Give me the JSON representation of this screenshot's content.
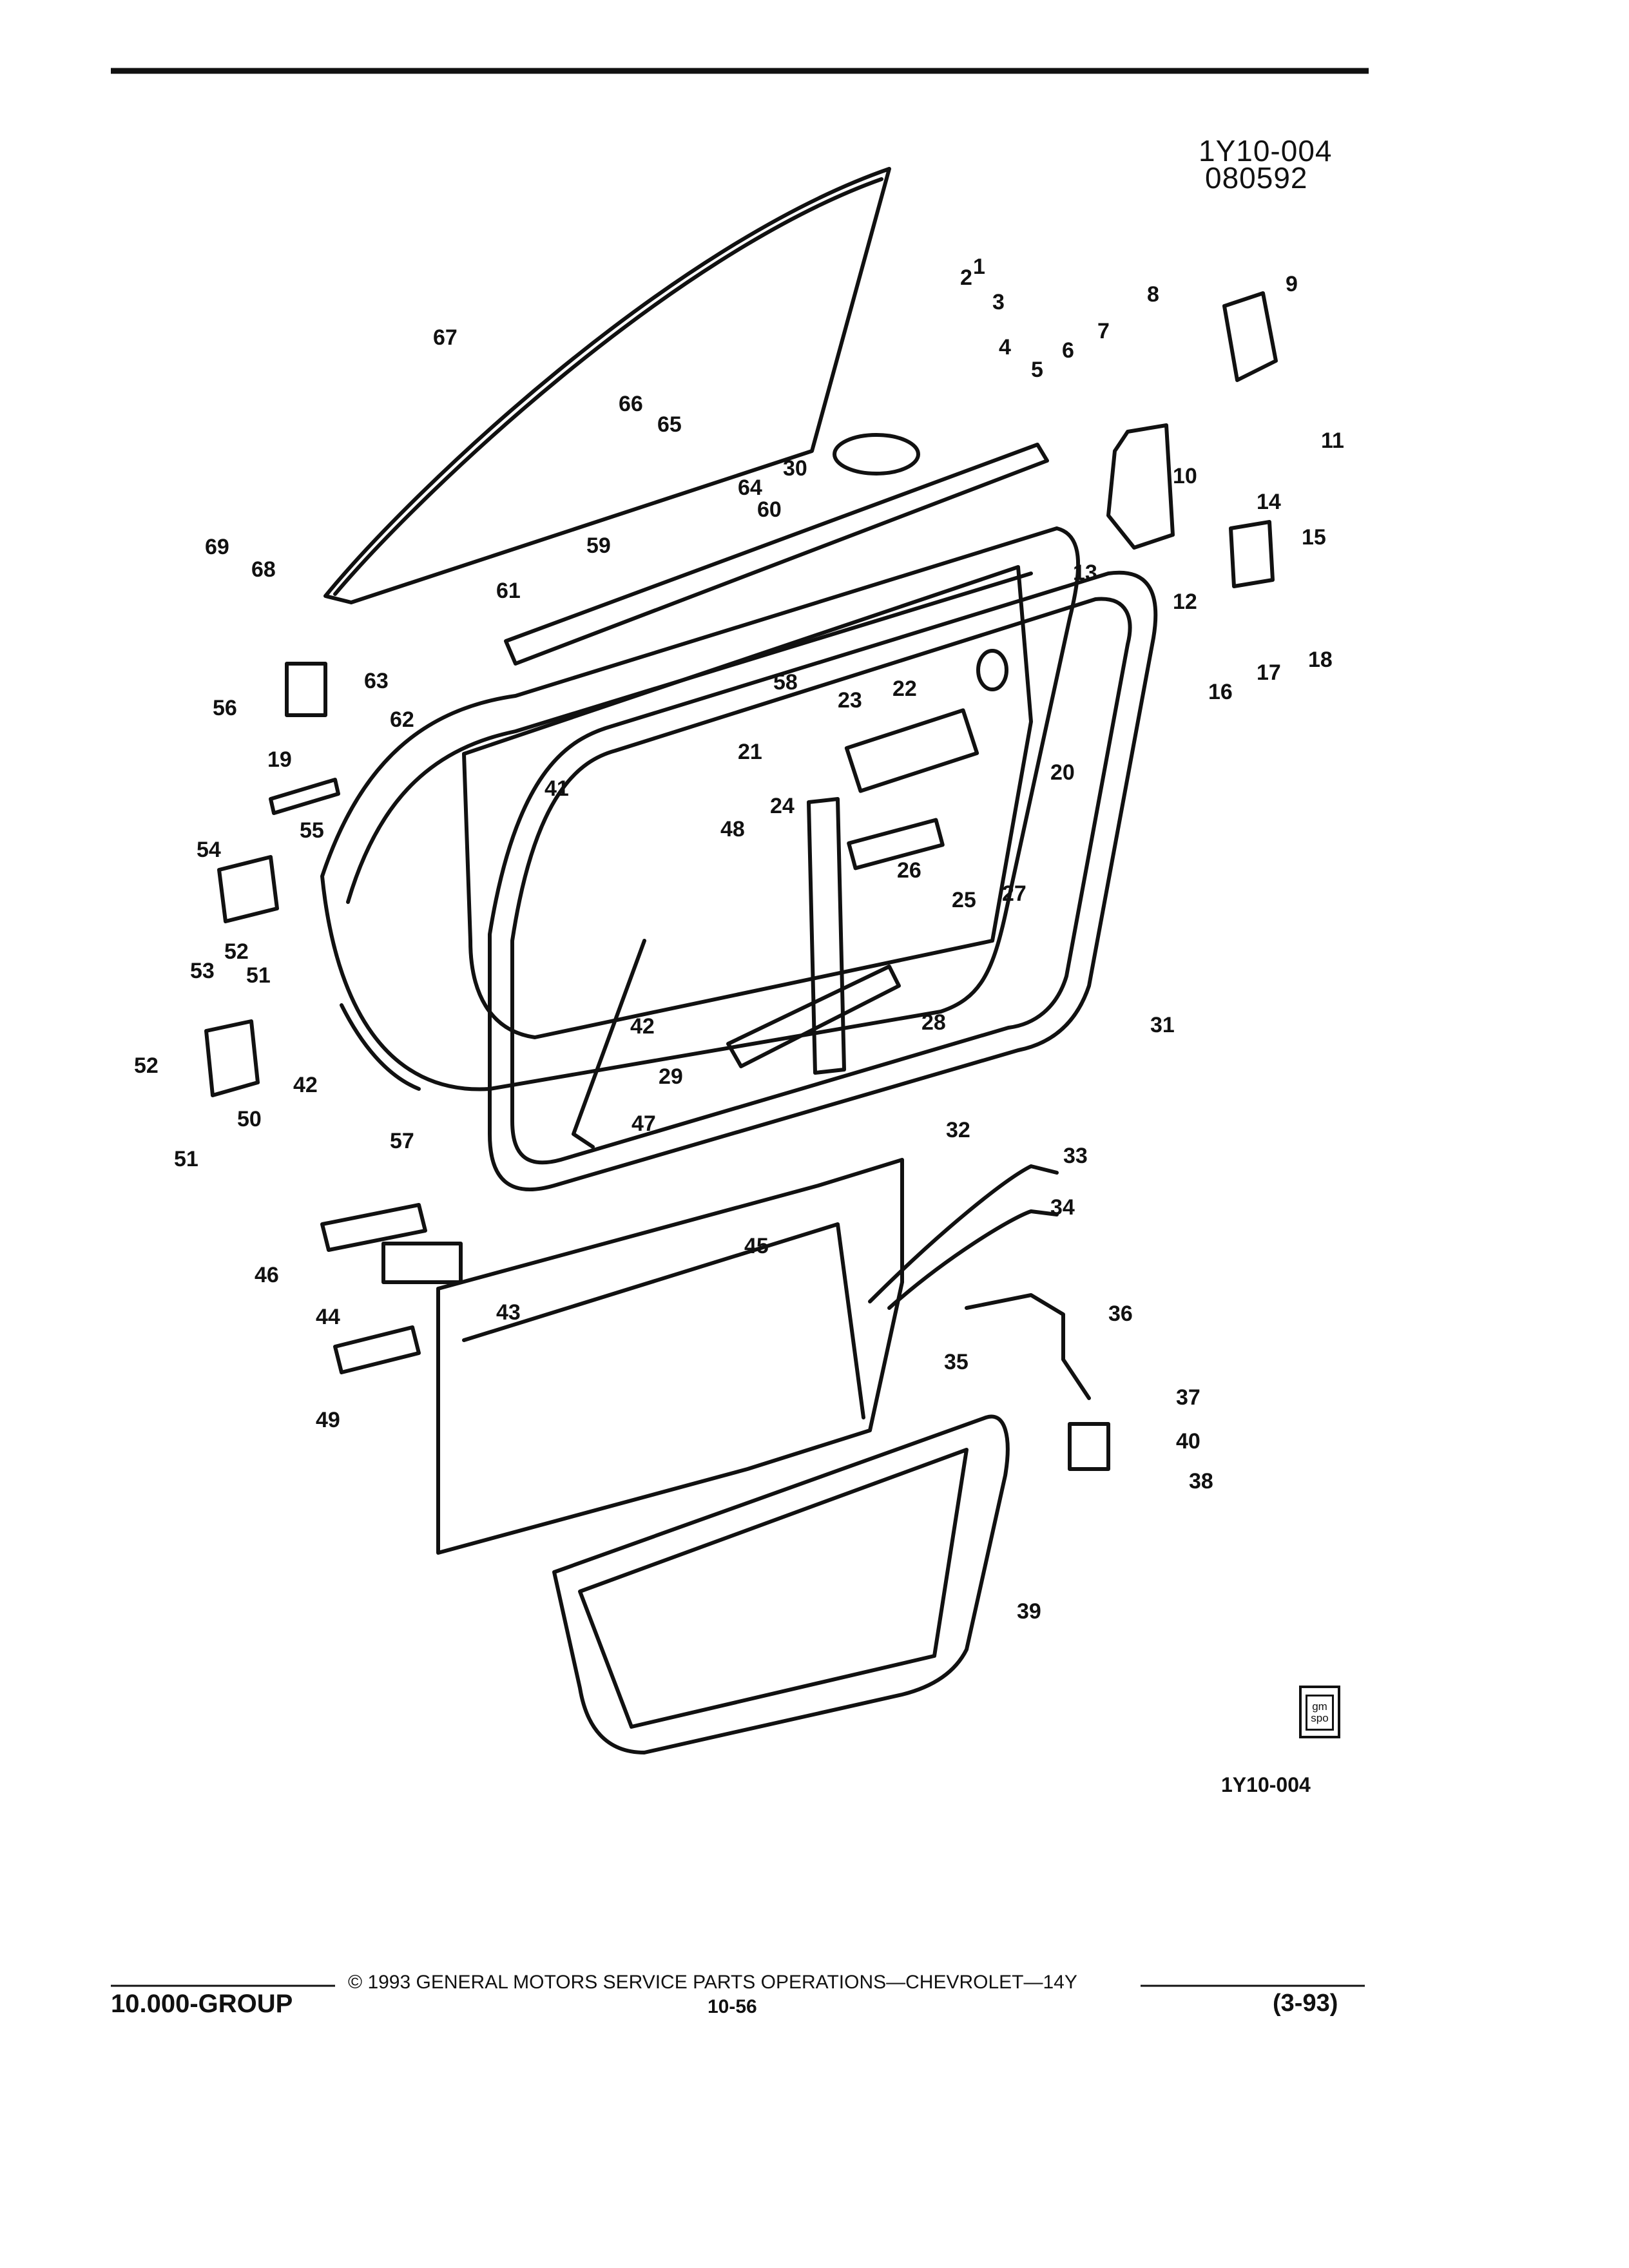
{
  "header": {
    "figure_code": "1Y10-004",
    "figure_date": "080592"
  },
  "callouts": [
    "1",
    "2",
    "3",
    "4",
    "5",
    "6",
    "7",
    "8",
    "9",
    "10",
    "11",
    "12",
    "13",
    "14",
    "15",
    "16",
    "17",
    "18",
    "19",
    "20",
    "21",
    "22",
    "23",
    "24",
    "25",
    "26",
    "27",
    "28",
    "29",
    "30",
    "31",
    "32",
    "33",
    "34",
    "35",
    "36",
    "37",
    "38",
    "39",
    "40",
    "41",
    "42",
    "42",
    "43",
    "44",
    "45",
    "46",
    "47",
    "48",
    "49",
    "50",
    "51",
    "51",
    "52",
    "52",
    "53",
    "54",
    "55",
    "56",
    "57",
    "58",
    "59",
    "60",
    "61",
    "62",
    "63",
    "64",
    "65",
    "66",
    "67",
    "68",
    "69"
  ],
  "figure_ref": "1Y10-004",
  "logo": {
    "line1": "gm",
    "line2": "spo"
  },
  "footer": {
    "copyright": "© 1993 GENERAL MOTORS SERVICE PARTS OPERATIONS—CHEVROLET—14Y",
    "group": "10.000-GROUP",
    "page": "10-56",
    "revision": "(3-93)"
  },
  "colors": {
    "ink": "#111111",
    "paper": "#ffffff"
  }
}
